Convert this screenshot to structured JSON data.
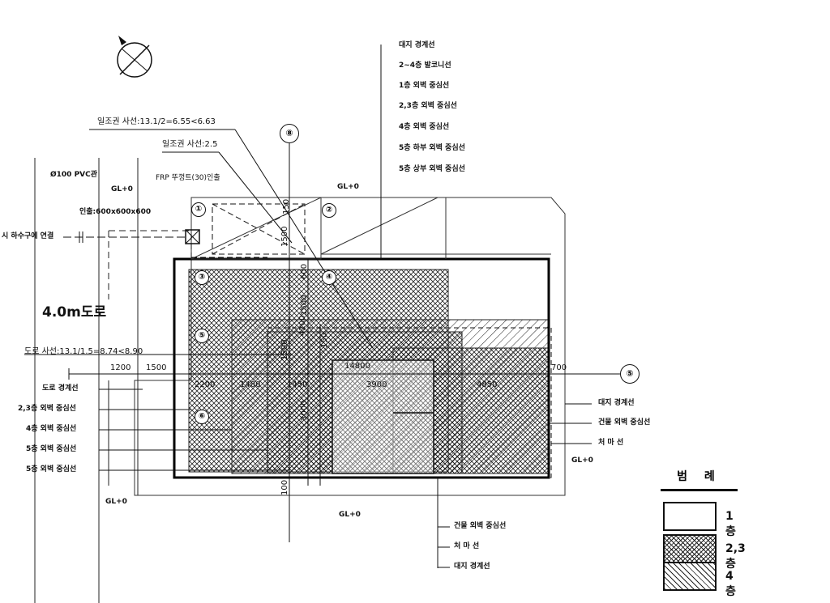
{
  "road": {
    "name": "4.0m도로",
    "setback_note": "도로 사선:13.1/1.5=8.74<8.90"
  },
  "sunlight": {
    "note_1": "일조권 사선:13.1/2=6.55<6.63",
    "note_2": "일조권 사선:2.5"
  },
  "utilities": {
    "pvc_pipe": "Ø100 PVC관",
    "manhole": "인출:600x600x600",
    "sewer_connection": "시 하수구에 연결",
    "frp_cover": "FRP 뚜껑트(30)인출"
  },
  "ground_levels": [
    "GL+0",
    "GL+0",
    "GL+0",
    "GL+0",
    "GL+0"
  ],
  "circle_marks": [
    "①",
    "②",
    "③",
    "④",
    "⑤",
    "⑥"
  ],
  "section_marks": [
    "⑧",
    "⑤"
  ],
  "top_leader_labels": [
    "대지 경계선",
    "2~4층 발코니선",
    "1층 외벽 중심선",
    "2,3층 외벽 중심선",
    "4층 외벽 중심선",
    "5층 하부 외벽 중심선",
    "5층 상부 외벽 중심선"
  ],
  "left_leader_labels": [
    "도로 경계선",
    "2,3층 외벽 중심선",
    "4층 외벽 중심선",
    "5층 외벽 중심선",
    "5층 외벽 중심선"
  ],
  "right_leader_labels": [
    "대지 경계선",
    "건물 외벽 중심선",
    "처 마 선"
  ],
  "bottom_leader_labels": [
    "건물 외벽 중심선",
    "처 마 선",
    "대지 경계선"
  ],
  "dimensions": {
    "left_offsets": [
      "1200",
      "1500"
    ],
    "right_offset": "700",
    "horizontal": [
      "2200",
      "1400",
      "1450",
      "3900",
      "4850"
    ],
    "overall": "14800",
    "vertical": [
      "1500",
      "600",
      "1500",
      "150",
      "1500",
      "4200",
      "3000",
      "100",
      "150"
    ]
  },
  "legend": {
    "title": "범 례",
    "items": [
      {
        "label": "1 층",
        "fill": "none"
      },
      {
        "label": "2,3층",
        "fill": "cross"
      },
      {
        "label": "4 층",
        "fill": "diag"
      }
    ]
  },
  "colors": {
    "ink": "#111111",
    "paper": "#ffffff"
  }
}
